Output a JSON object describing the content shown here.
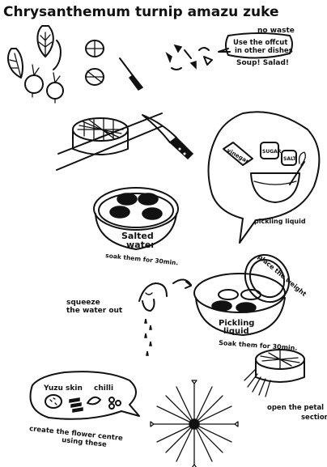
{
  "title": "Chrysanthemum turnip amazu zuke",
  "note_top": "no waste",
  "offcut_bubble": [
    "Use the offcut",
    "in other dishes"
  ],
  "soup_salad": "Soup! Salad!",
  "vinegar": "vinegar",
  "sugar": "SUGAR",
  "salt": "SALT",
  "pickling_liquid": "pickling liquid",
  "salted_water": [
    "Salted",
    "water"
  ],
  "soak_30": "soak them for 30min.",
  "squeeze": [
    "squeeze",
    "the water out"
  ],
  "place_weight": "place the weight",
  "pickling_liquid_bowl": [
    "Pickling",
    "liquid"
  ],
  "soak_30b": "Soak them for 30min.",
  "yuzu_skin": "Yuzu skin",
  "chilli": "chilli",
  "create_flower": [
    "create the flower centre",
    "using these"
  ],
  "open_petal": [
    "open the petal",
    "section !"
  ]
}
